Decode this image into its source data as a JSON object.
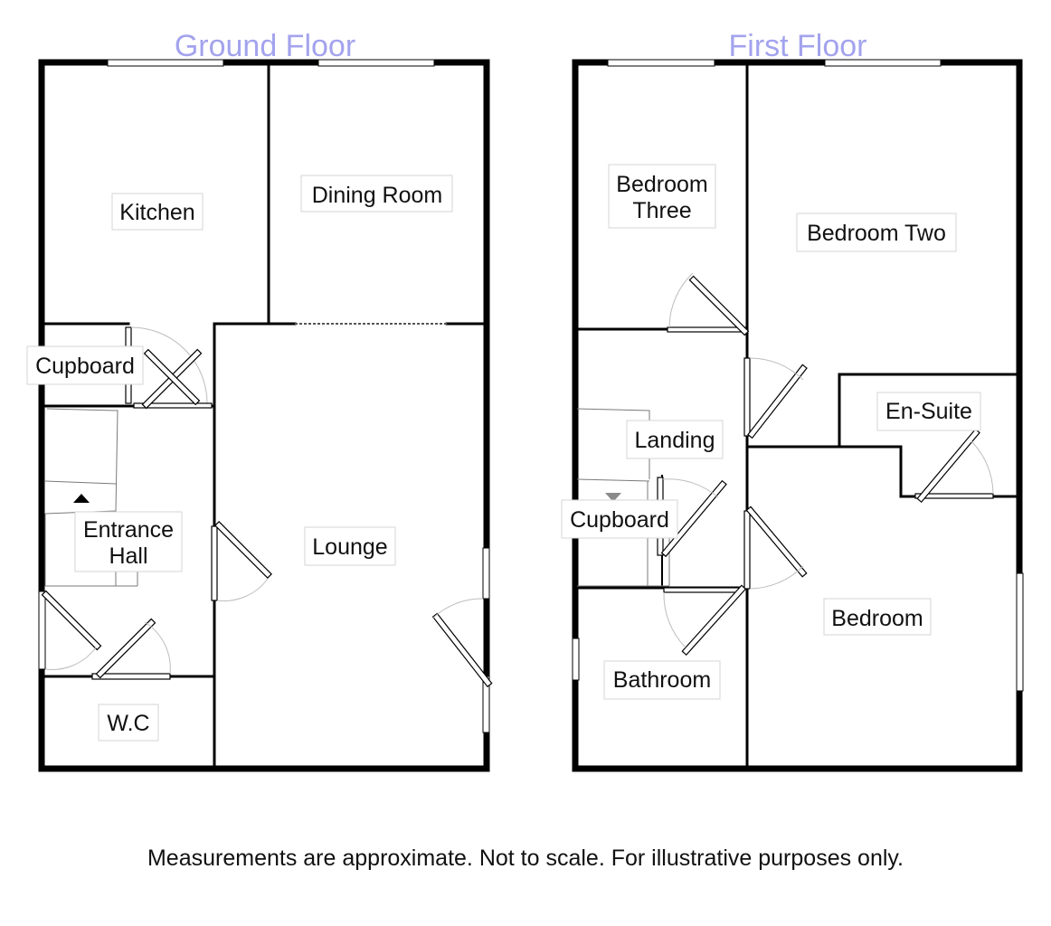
{
  "floors": [
    {
      "title": "Ground Floor",
      "rooms": [
        "Kitchen",
        "Dining Room",
        "Cupboard",
        "Entrance Hall",
        "Lounge",
        "W.C"
      ]
    },
    {
      "title": "First Floor",
      "rooms": [
        "Bedroom Three",
        "Bedroom Two",
        "En-Suite",
        "Landing",
        "Cupboard",
        "Bathroom",
        "Bedroom"
      ]
    }
  ],
  "labels": {
    "ground_title": "Ground Floor",
    "first_title": "First Floor",
    "kitchen": "Kitchen",
    "dining_room": "Dining Room",
    "ground_cupboard": "Cupboard",
    "entrance_hall_1": "Entrance",
    "entrance_hall_2": "Hall",
    "lounge": "Lounge",
    "wc": "W.C",
    "bedroom_three_1": "Bedroom",
    "bedroom_three_2": "Three",
    "bedroom_two": "Bedroom Two",
    "en_suite": "En-Suite",
    "landing": "Landing",
    "first_cupboard": "Cupboard",
    "bathroom": "Bathroom",
    "bedroom": "Bedroom"
  },
  "disclaimer": "Measurements are approximate. Not to scale. For illustrative purposes only.",
  "colors": {
    "title": "#a3a3ee",
    "wall": "#000000",
    "label_border": "#d6d6d6",
    "door_arc": "#bdbdbd"
  }
}
